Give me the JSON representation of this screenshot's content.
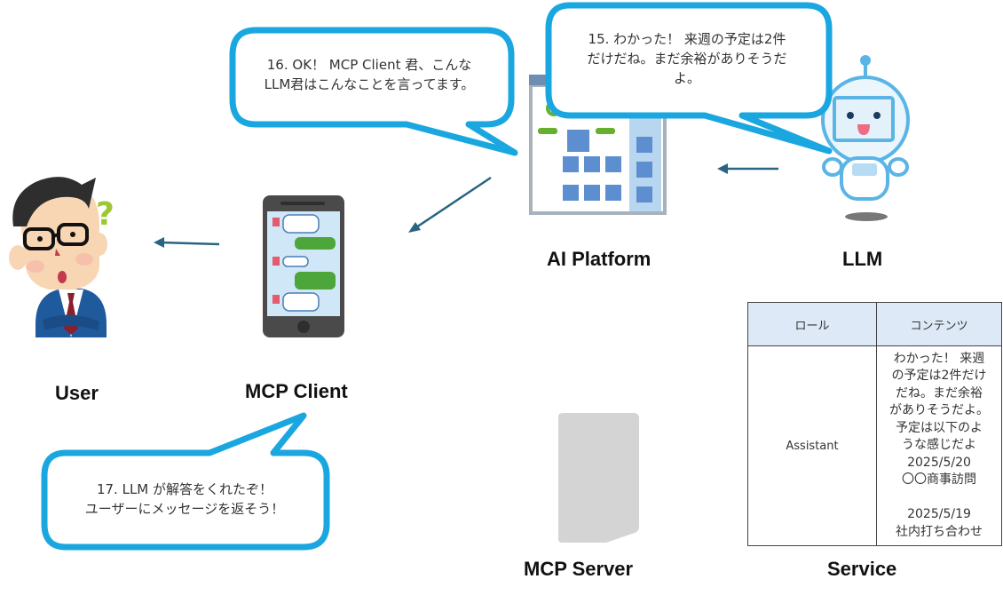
{
  "nodes": {
    "user": "User",
    "mcp_client": "MCP Client",
    "ai_platform": "AI Platform",
    "llm": "LLM",
    "mcp_server": "MCP Server",
    "service": "Service"
  },
  "bubbles": {
    "step15": "15. わかった！ 来週の予定は2件\nだけだね。まだ余裕がありそうだ\nよ。",
    "step16": "16. OK！ MCP Client 君、こんな\nLLM君はこんなことを言ってます。",
    "step17": "17. LLM が解答をくれたぞ！\nユーザーにメッセージを返そう！"
  },
  "table": {
    "headers": [
      "ロール",
      "コンテンツ"
    ],
    "rows": [
      {
        "role": "Assistant",
        "content": "わかった！ 来週\nの予定は2件だけ\nだね。まだ余裕\nがありそうだよ。\n予定は以下のよ\nうな感じだよ\n2025/5/20\n〇〇商事訪問\n\n2025/5/19\n社内打ち合わせ"
      }
    ]
  },
  "colors": {
    "bubble_border": "#1aa7e0",
    "arrow": "#2a6484",
    "table_header_bg": "#dde9f6"
  }
}
